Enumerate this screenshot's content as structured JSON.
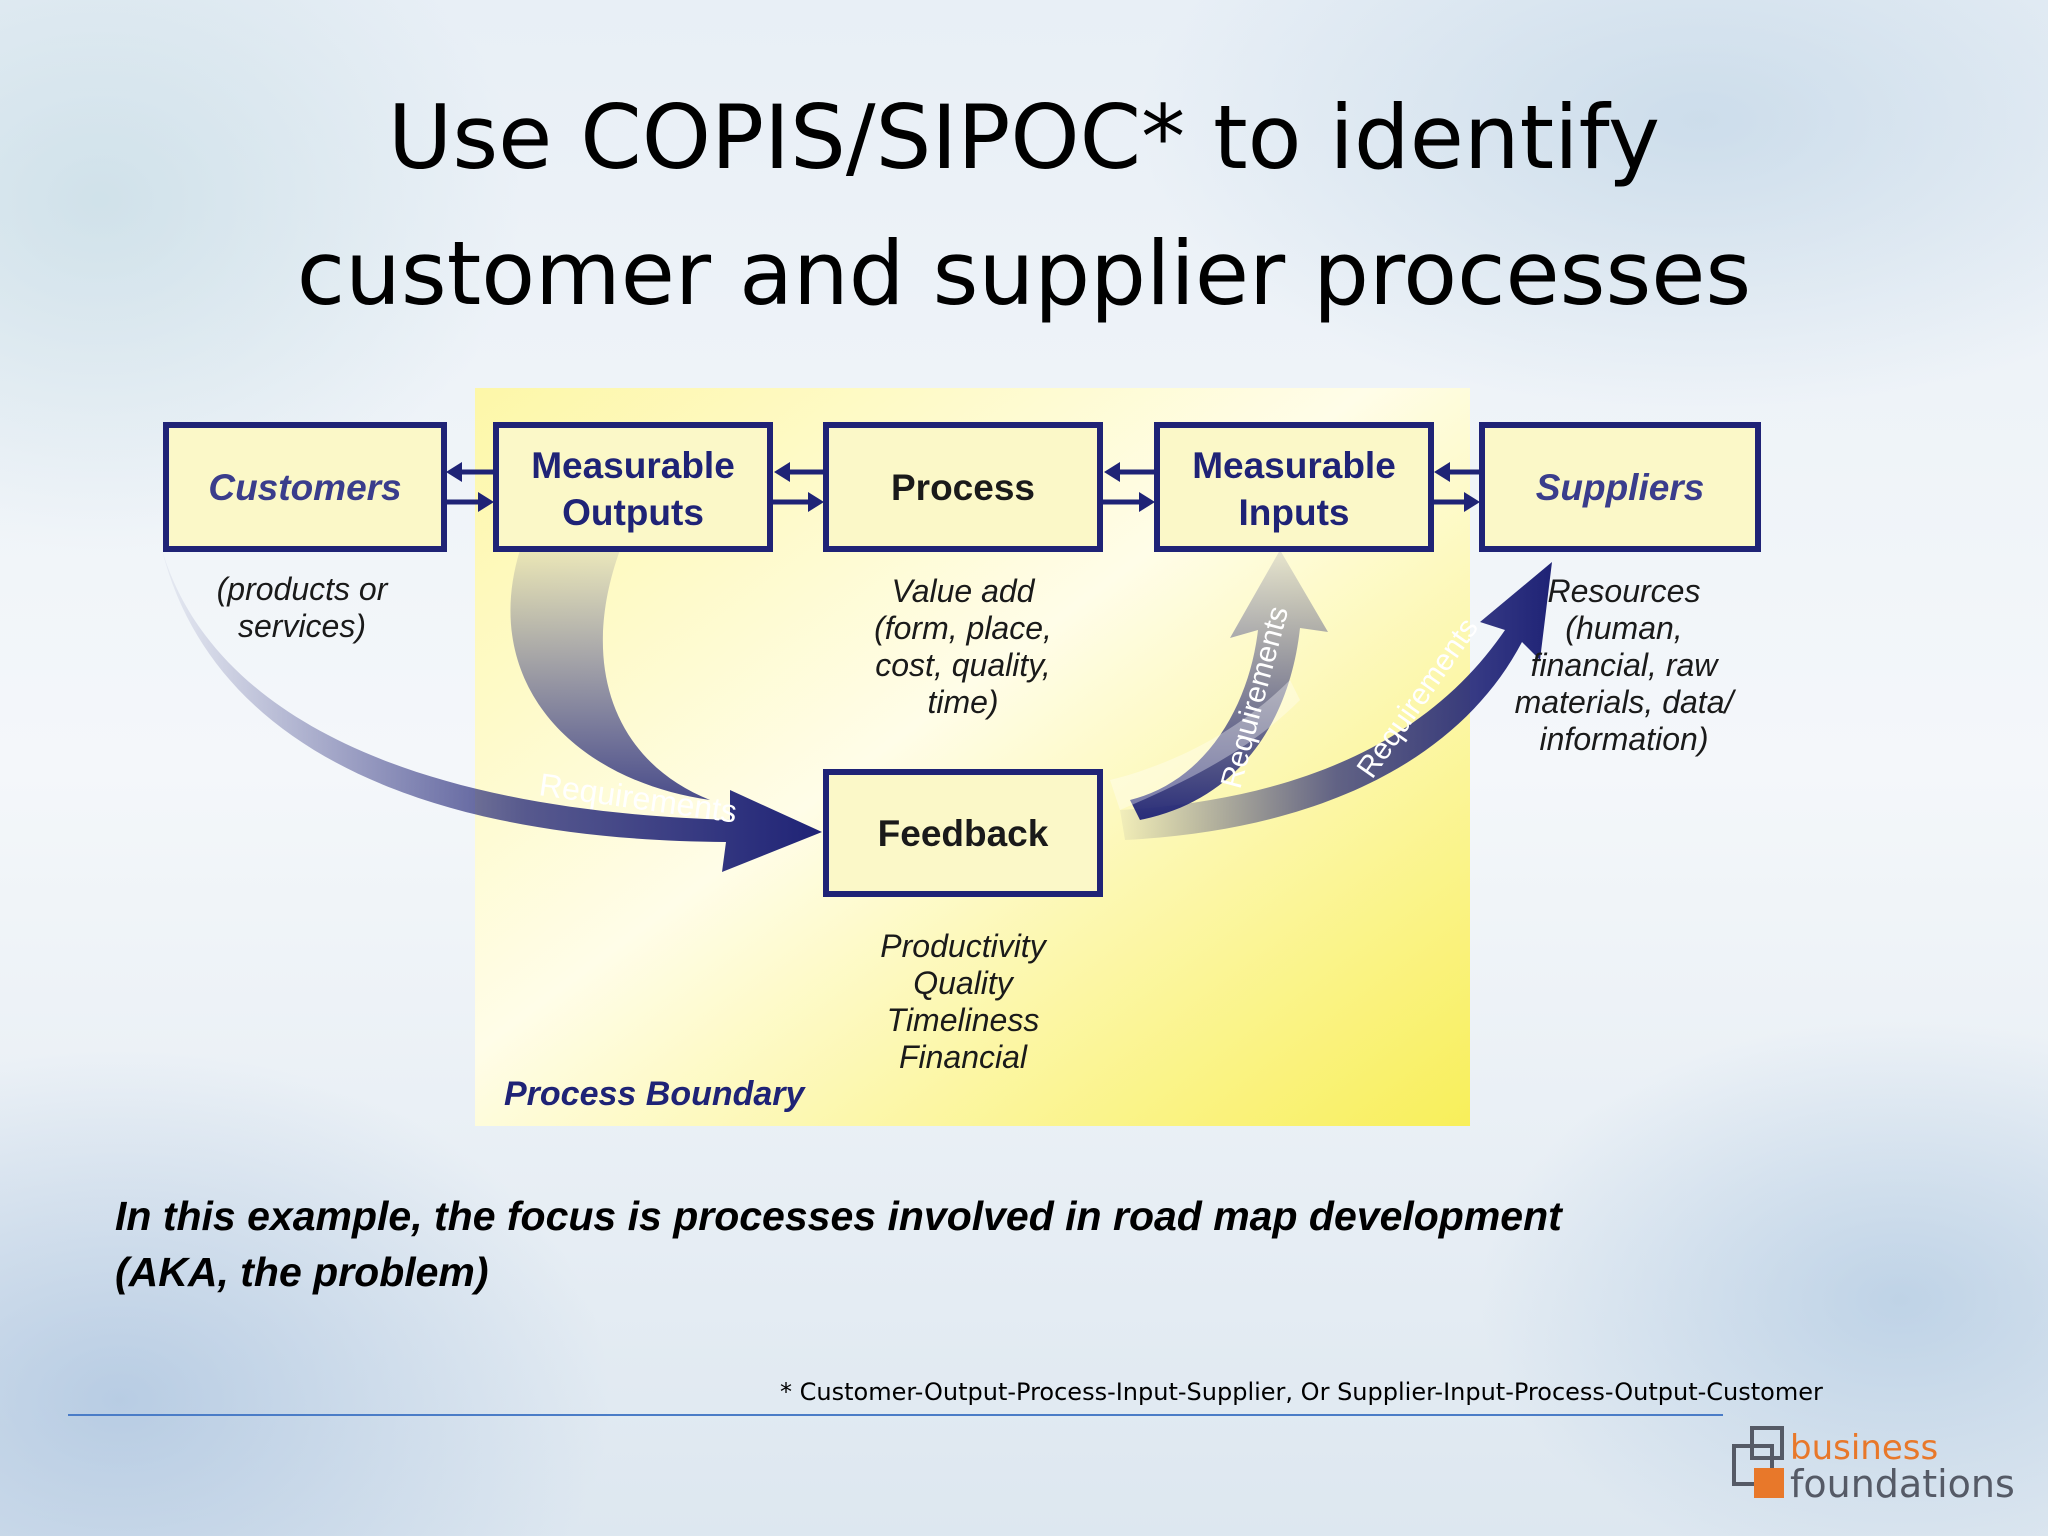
{
  "slide": {
    "title_line1": "Use COPIS/SIPOC* to identify",
    "title_line2": "customer and supplier processes",
    "caption_line1": "In this example, the focus is processes involved in road map development",
    "caption_line2": "(AKA, the problem)",
    "footnote": "* Customer-Output-Process-Input-Supplier, Or  Supplier-Input-Process-Output-Customer"
  },
  "diagram": {
    "boundary_label": "Process Boundary",
    "customers": "Customers",
    "outputs_line1": "Measurable",
    "outputs_line2": "Outputs",
    "process": "Process",
    "inputs_line1": "Measurable",
    "inputs_line2": "Inputs",
    "suppliers": "Suppliers",
    "feedback": "Feedback",
    "customers_note": [
      "(products or",
      "services)"
    ],
    "process_note": [
      "Value add",
      "(form, place,",
      "cost, quality,",
      "time)"
    ],
    "suppliers_note": [
      "Resources",
      "(human,",
      "financial, raw",
      "materials, data/",
      "information)"
    ],
    "feedback_note": [
      "Productivity",
      "Quality",
      "Timeliness",
      "Financial"
    ],
    "arrow_requirements_1": "Requirements",
    "arrow_requirements_2": "Requirements",
    "arrow_requirements_3": "Requirements"
  },
  "logo": {
    "top": "business",
    "bottom": "foundations"
  },
  "colors": {
    "navy": "#1f2376",
    "box_fill": "#fbf8c8",
    "boundary_yellow": "#fbf37a",
    "rule_blue": "#4a7cc7",
    "logo_orange": "#e8782a"
  }
}
